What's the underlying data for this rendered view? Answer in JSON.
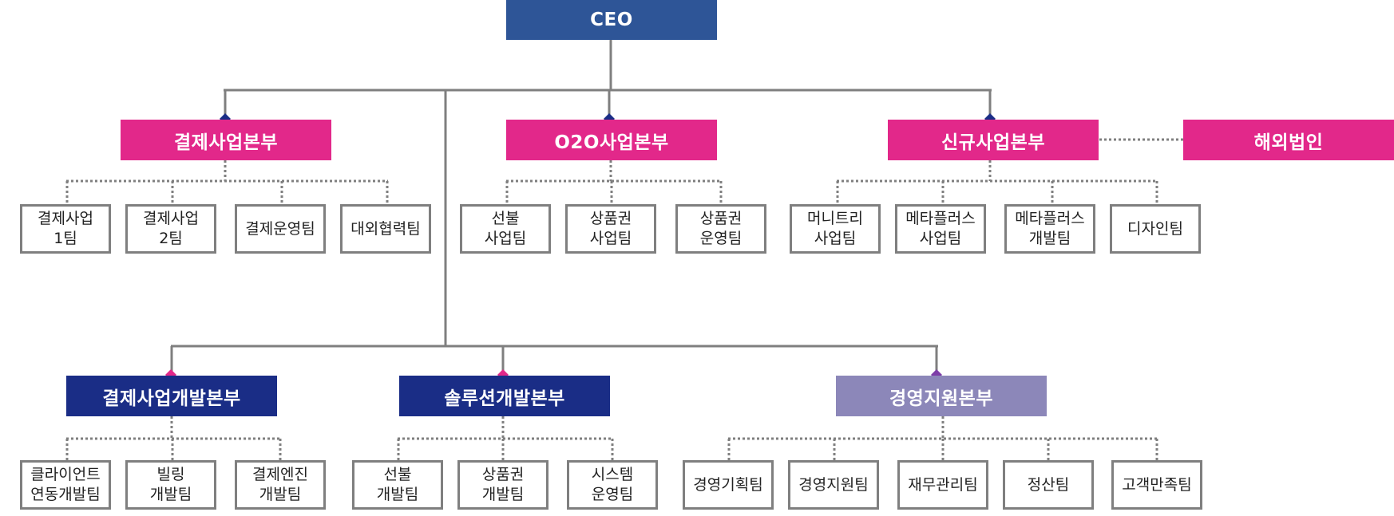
{
  "ceo": "CEO",
  "divisions": {
    "payment_biz": "결제사업본부",
    "o2o_biz": "O2O사업본부",
    "new_biz": "신규사업본부",
    "overseas": "해외법인",
    "payment_dev": "결제사업개발본부",
    "solution_dev": "솔루션개발본부",
    "management": "경영지원본부"
  },
  "teams": {
    "payment_biz": [
      "결제사업\n1팀",
      "결제사업\n2팀",
      "결제운영팀",
      "대외협력팀"
    ],
    "o2o_biz": [
      "선불\n사업팀",
      "상품권\n사업팀",
      "상품권\n운영팀"
    ],
    "new_biz": [
      "머니트리\n사업팀",
      "메타플러스\n사업팀",
      "메타플러스\n개발팀",
      "디자인팀"
    ],
    "payment_dev": [
      "클라이언트\n연동개발팀",
      "빌링\n개발팀",
      "결제엔진\n개발팀"
    ],
    "solution_dev": [
      "선불\n개발팀",
      "상품권\n개발팀",
      "시스템\n운영팀"
    ],
    "management": [
      "경영기획팀",
      "경영지원팀",
      "재무관리팀",
      "정산팀",
      "고객만족팀"
    ]
  },
  "colors": {
    "ceo": "#2e5597",
    "business_division": "#e2288a",
    "development_division": "#1a2d86",
    "management_division": "#8c87b9",
    "connector": "#7f7f7f"
  }
}
